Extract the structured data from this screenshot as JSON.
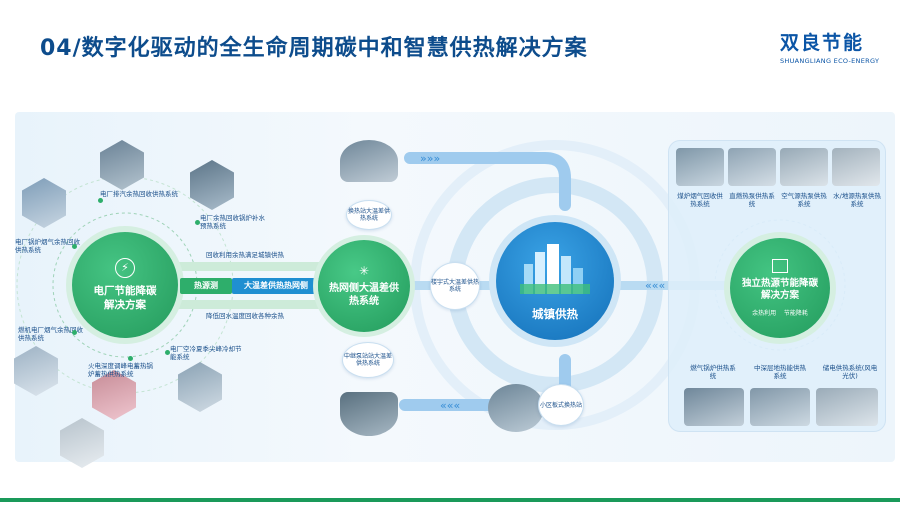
{
  "header": {
    "title": "04/数字化驱动的全生命周期碳中和智慧供热解决方案",
    "logo_main": "双良节能",
    "logo_sub": "SHUANGLIANG ECO-ENERGY"
  },
  "left_hub": {
    "title": "电厂节能降碳解决方案",
    "items": [
      "电厂排汽余热回收供热系统",
      "电厂余热回收锅炉补水预热系统",
      "电厂锅炉烟气余热回收供热系统",
      "燃机电厂烟气余热回收供热系统",
      "电厂空冷夏季尖峰冷却节能系统",
      "火电深度调峰电蓄热锅炉蓄热供热系统"
    ]
  },
  "left_links": {
    "top": "回收利用余热满足城镇供热",
    "mid_left": "热源测",
    "mid_right": "大温差供热热网侧",
    "bottom": "降低回水温度回收各种余热"
  },
  "middle_hub": {
    "title": "热网侧大温差供热系统",
    "top_label": "换热站大温差供热系统",
    "bottom_label": "中继泵站站大温差供热系统",
    "right_label": "楼宇式大温差供热系统"
  },
  "center_hub": {
    "title": "城镇供热",
    "bottom_label": "小区板式换热站"
  },
  "right_hub": {
    "title": "独立热源节能降碳解决方案",
    "tags": [
      "余热利用",
      "节能降耗"
    ],
    "top_items": [
      "煤炉烟气回收供热系统",
      "直燃热泵供热系统",
      "空气源热泵供热系统",
      "水/地源热泵供热系统"
    ],
    "bottom_items": [
      "燃气锅炉供热系统",
      "中深层地热能供热系统",
      "储电供热系统(风电光伏)"
    ]
  },
  "colors": {
    "green": "#2eae6b",
    "blue": "#1e78c8",
    "navy": "#0d4c8c",
    "accent_bar": "#1a9a5a"
  }
}
